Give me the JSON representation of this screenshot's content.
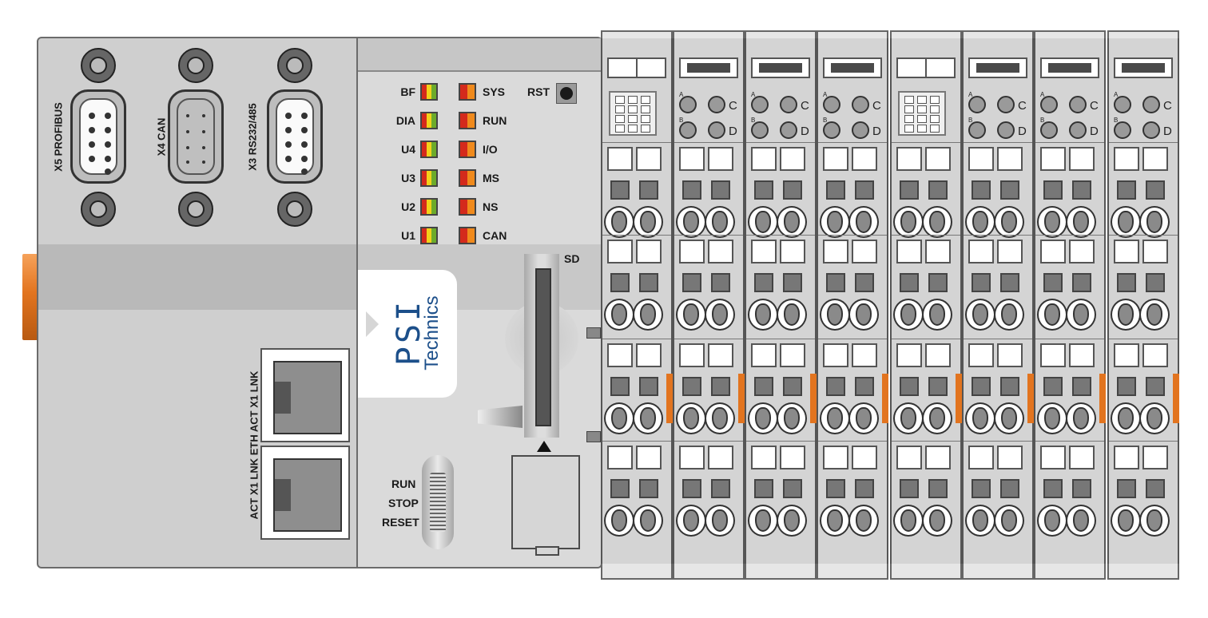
{
  "device": {
    "brand_logo_letters": "PSI",
    "brand_logo_subtext": "Technics"
  },
  "ports": {
    "x5_label": "X5 PROFIBUS",
    "x4_label": "X4 CAN",
    "x3_label": "X3 RS232/485",
    "eth_label": "ACT X1 LNK ETH ACT X1 LNK"
  },
  "leds_left": [
    {
      "label": "BF"
    },
    {
      "label": "DIA"
    },
    {
      "label": "U4"
    },
    {
      "label": "U3"
    },
    {
      "label": "U2"
    },
    {
      "label": "U1"
    }
  ],
  "leds_right": [
    {
      "label": "SYS"
    },
    {
      "label": "RUN"
    },
    {
      "label": "I/O"
    },
    {
      "label": "MS"
    },
    {
      "label": "NS"
    },
    {
      "label": "CAN"
    }
  ],
  "controls": {
    "reset_button_label": "RST",
    "sd_label": "SD",
    "mode_switch_positions": [
      "RUN",
      "STOP",
      "RESET"
    ]
  },
  "terminal_led_labels": {
    "a": "A",
    "b": "B",
    "c": "C",
    "d": "D"
  },
  "colors": {
    "led_red": "#d42a1c",
    "led_orange": "#f08a1c",
    "led_yellow": "#f2d21a",
    "led_green": "#6cab2a",
    "rail_orange": "#e2741f",
    "housing_grey": "#cfcfcf"
  },
  "icons": {
    "sd_arrow": "triangle-up-icon",
    "logo": "psi-technics-logo"
  }
}
